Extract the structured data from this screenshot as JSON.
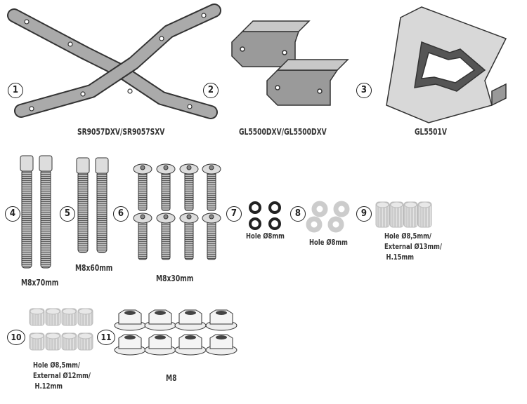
{
  "parts": [
    {
      "number": "1",
      "label": ""
    },
    {
      "number": "2",
      "label": "SR9057DXV/SR9057SXV"
    },
    {
      "number": "3",
      "label": "GL5500DXV/GL5500DXV"
    },
    {
      "number": "",
      "label": "GL5501V"
    },
    {
      "number": "4",
      "label": "M8x70mm"
    },
    {
      "number": "5",
      "label": "M8x60mm"
    },
    {
      "number": "6",
      "label": "M8x30mm"
    },
    {
      "number": "7",
      "label": "Hole Ø8mm"
    },
    {
      "number": "8",
      "label": "Hole Ø8mm"
    },
    {
      "number": "9",
      "lines": [
        "Hole Ø8,5mm/",
        "External Ø13mm/",
        "H.15mm"
      ]
    },
    {
      "number": "10",
      "lines": [
        "Hole Ø8,5mm/",
        "External Ø12mm/",
        "H.12mm"
      ]
    },
    {
      "number": "11",
      "label": "M8"
    }
  ]
}
